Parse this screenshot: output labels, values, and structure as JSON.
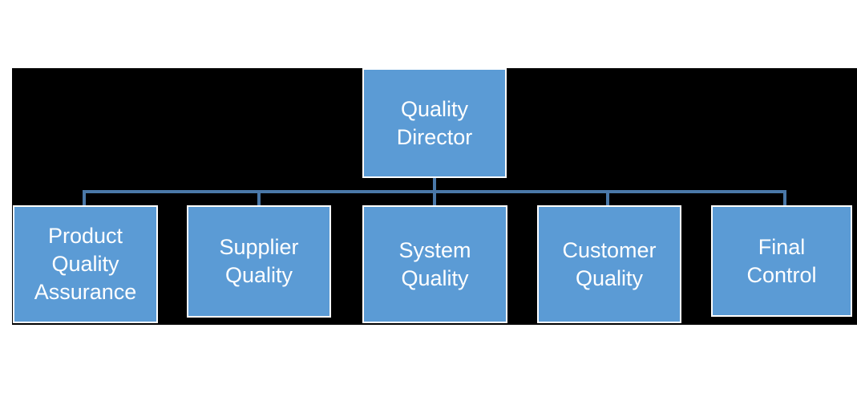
{
  "diagram": {
    "type": "org_chart",
    "colors": {
      "page_background": "#ffffff",
      "chart_background": "#000000",
      "node_fill": "#5b9bd5",
      "node_border": "#ffffff",
      "node_text": "#ffffff",
      "connector": "#4a78a8"
    },
    "root": {
      "label": "Quality Director"
    },
    "children": [
      {
        "label": "Product Quality Assurance"
      },
      {
        "label": "Supplier Quality"
      },
      {
        "label": "System Quality"
      },
      {
        "label": "Customer Quality"
      },
      {
        "label": "Final Control"
      }
    ]
  }
}
